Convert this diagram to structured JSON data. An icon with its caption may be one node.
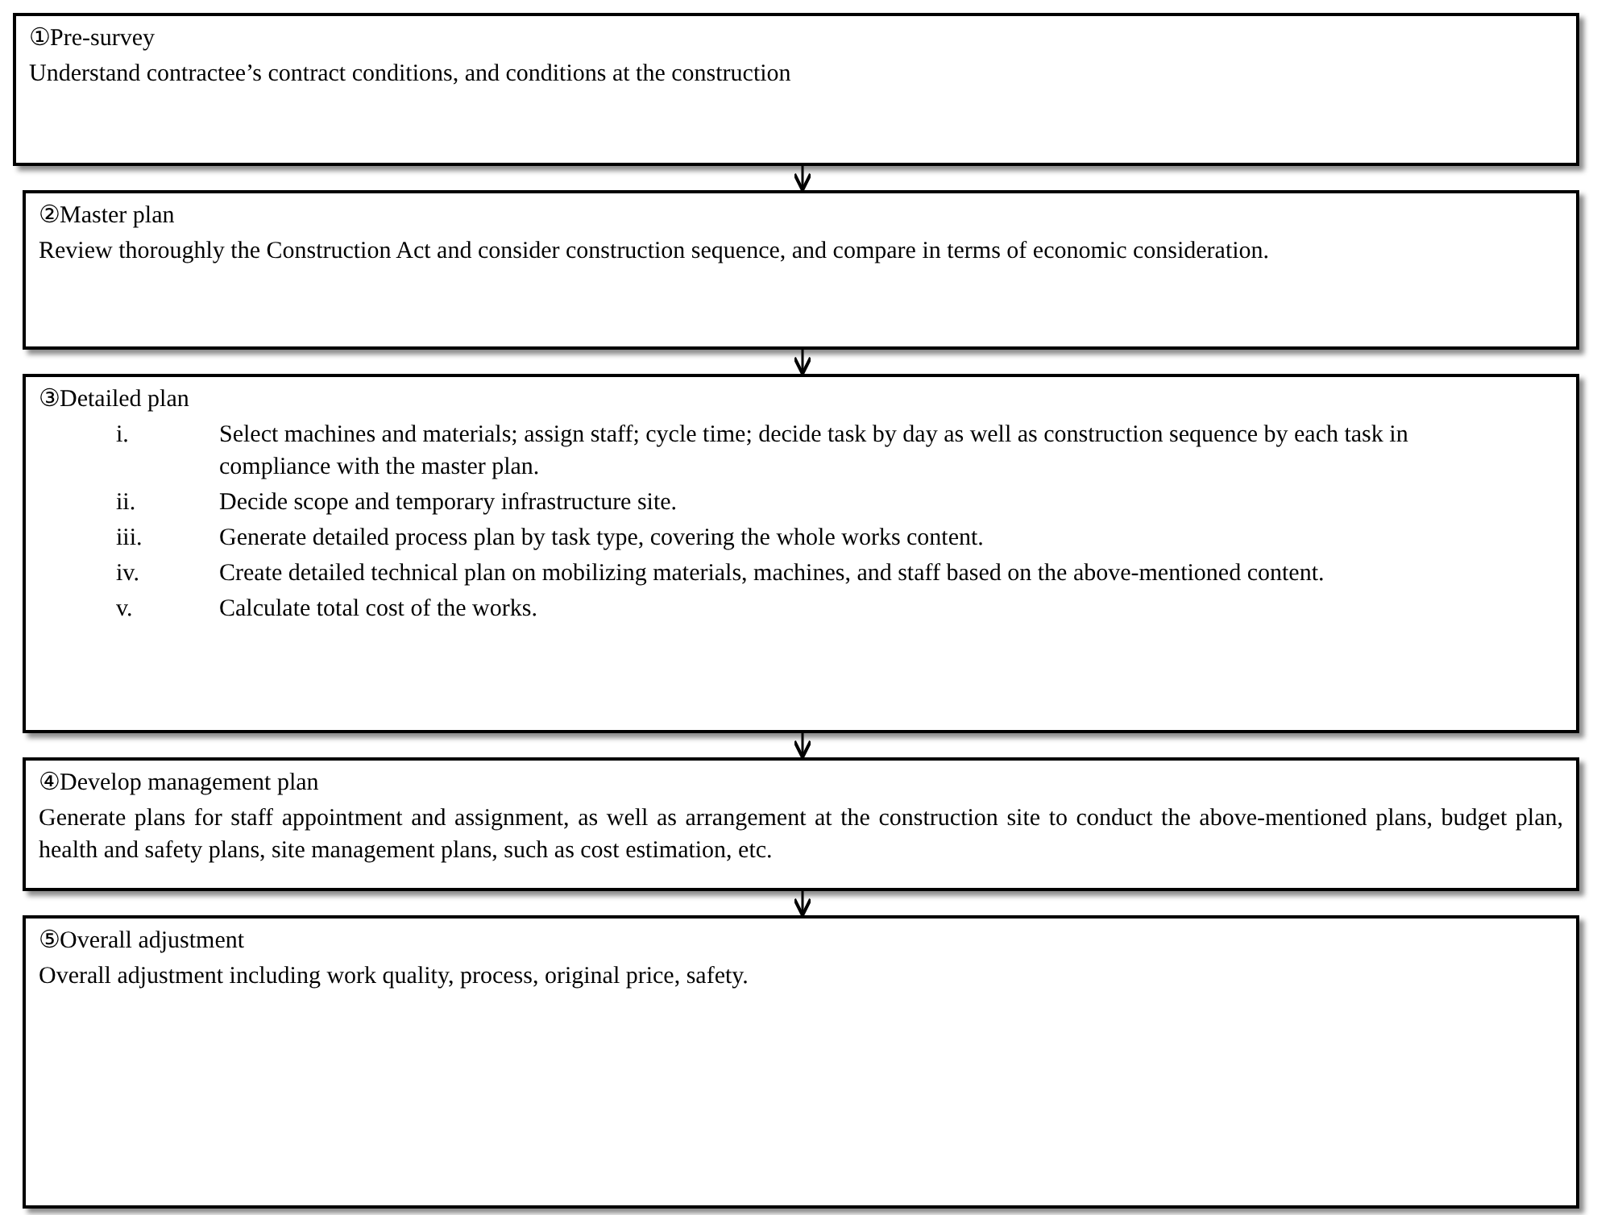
{
  "diagram": {
    "nodes": [
      {
        "text": [
          "①Pre-survey",
          "Understand contractee’s contract conditions, and conditions at the construction"
        ]
      },
      {
        "text": [
          "②Master plan",
          "Review thoroughly the Construction Act and consider construction sequence, and compare in terms of economic consideration."
        ]
      },
      {
        "text": [
          "③Detailed plan",
          "i.",
          "Select machines and materials; assign staff; cycle time; decide task by day as well as construction sequence by each task in compliance with the master plan.",
          "ii.",
          "Decide scope and temporary infrastructure site.",
          "iii.",
          "Generate detailed process plan by task type, covering the whole works content.",
          "iv.",
          "Create detailed technical plan on mobilizing materials, machines, and staff based on the above-mentioned content.",
          "v.",
          "Calculate total cost of the works."
        ]
      },
      {
        "text": [
          "④Develop management plan",
          "Generate plans for staff appointment and assignment, as well as arrangement at the construction site to conduct the above-mentioned plans, budget plan, health and safety plans, site management plans, such as cost estimation, etc."
        ]
      },
      {
        "text": [
          "⑤Overall adjustment",
          "Overall adjustment including work quality, process, original price, safety."
        ]
      }
    ],
    "edges": [
      {
        "from": 0,
        "to": 1,
        "arrow": "to"
      },
      {
        "from": 1,
        "to": 2,
        "arrow": "to"
      },
      {
        "from": 2,
        "to": 3,
        "arrow": "to"
      },
      {
        "from": 3,
        "to": 4,
        "arrow": "to"
      }
    ]
  }
}
